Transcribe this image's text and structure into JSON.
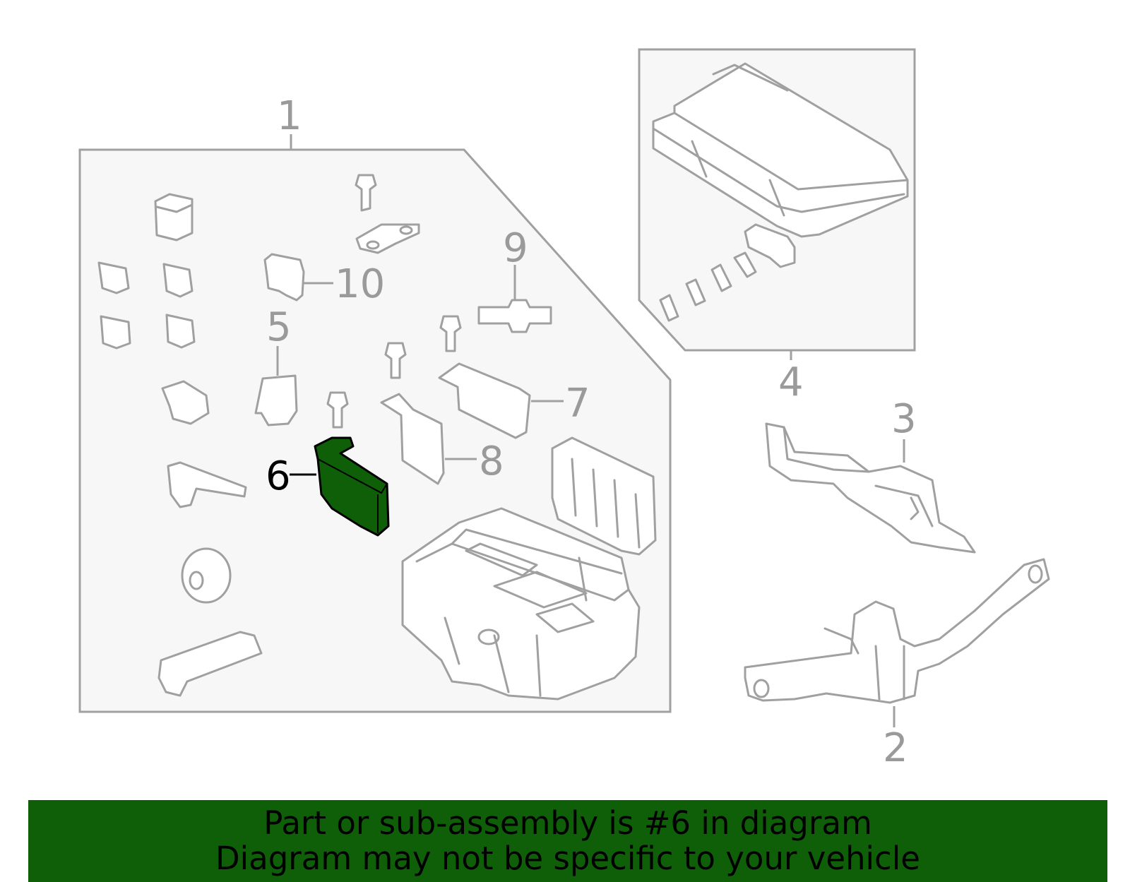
{
  "callouts": {
    "c1": "1",
    "c2": "2",
    "c3": "3",
    "c4": "4",
    "c5": "5",
    "c6": "6",
    "c7": "7",
    "c8": "8",
    "c9": "9",
    "c10": "10"
  },
  "highlighted_part": "6",
  "colors": {
    "highlight_fill": "#0f5e08",
    "banner_bg": "#0f5e08",
    "line_art": "#a0a0a0",
    "panel_bg": "#f7f7f7"
  },
  "banner": {
    "line1": "Part or sub-assembly is #6 in diagram",
    "line2": "Diagram may not be specific to your vehicle"
  }
}
